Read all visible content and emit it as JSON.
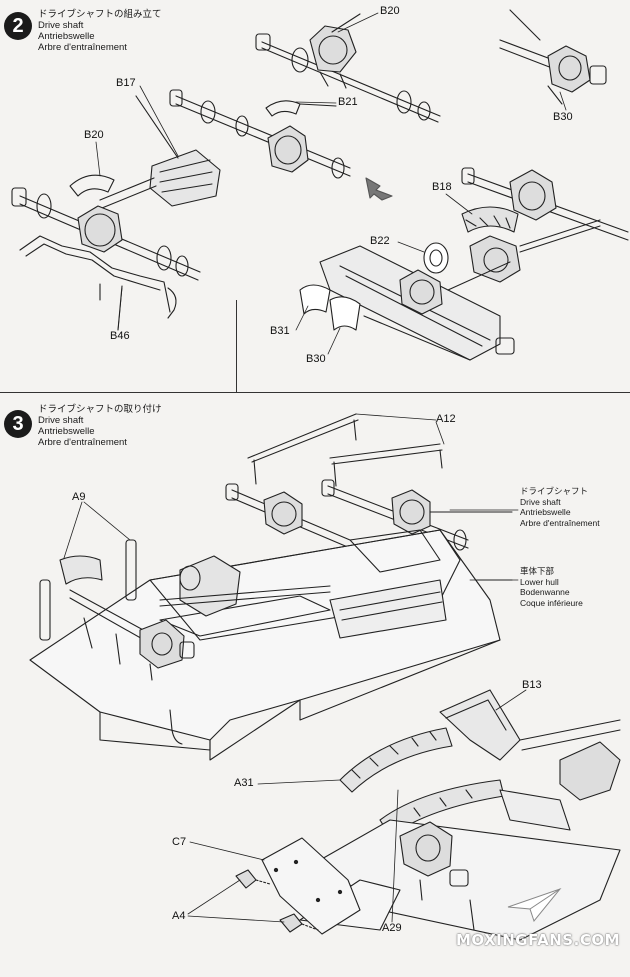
{
  "steps": [
    {
      "number": "2",
      "title_jp": "ドライブシャフトの組み立て",
      "title_en": "Drive shaft",
      "title_de": "Antriebswelle",
      "title_fr": "Arbre d'entraînement"
    },
    {
      "number": "3",
      "title_jp": "ドライブシャフトの取り付け",
      "title_en": "Drive shaft",
      "title_de": "Antriebswelle",
      "title_fr": "Arbre d'entraînement"
    }
  ],
  "parts_step2": [
    "B20",
    "B17",
    "B21",
    "B20",
    "B46",
    "B30",
    "B18",
    "B22",
    "B31",
    "B30"
  ],
  "parts_step3": [
    "A12",
    "A9",
    "B13",
    "A31",
    "C7",
    "A4",
    "A29"
  ],
  "side_notes": {
    "drive_shaft": {
      "jp": "ドライブシャフト",
      "en": "Drive shaft",
      "de": "Antriebswelle",
      "fr": "Arbre d'entraînement"
    },
    "lower_hull": {
      "jp": "車体下部",
      "en": "Lower hull",
      "de": "Bodenwanne",
      "fr": "Coque inférieure"
    }
  },
  "watermark": "MOXINGFANS.COM"
}
